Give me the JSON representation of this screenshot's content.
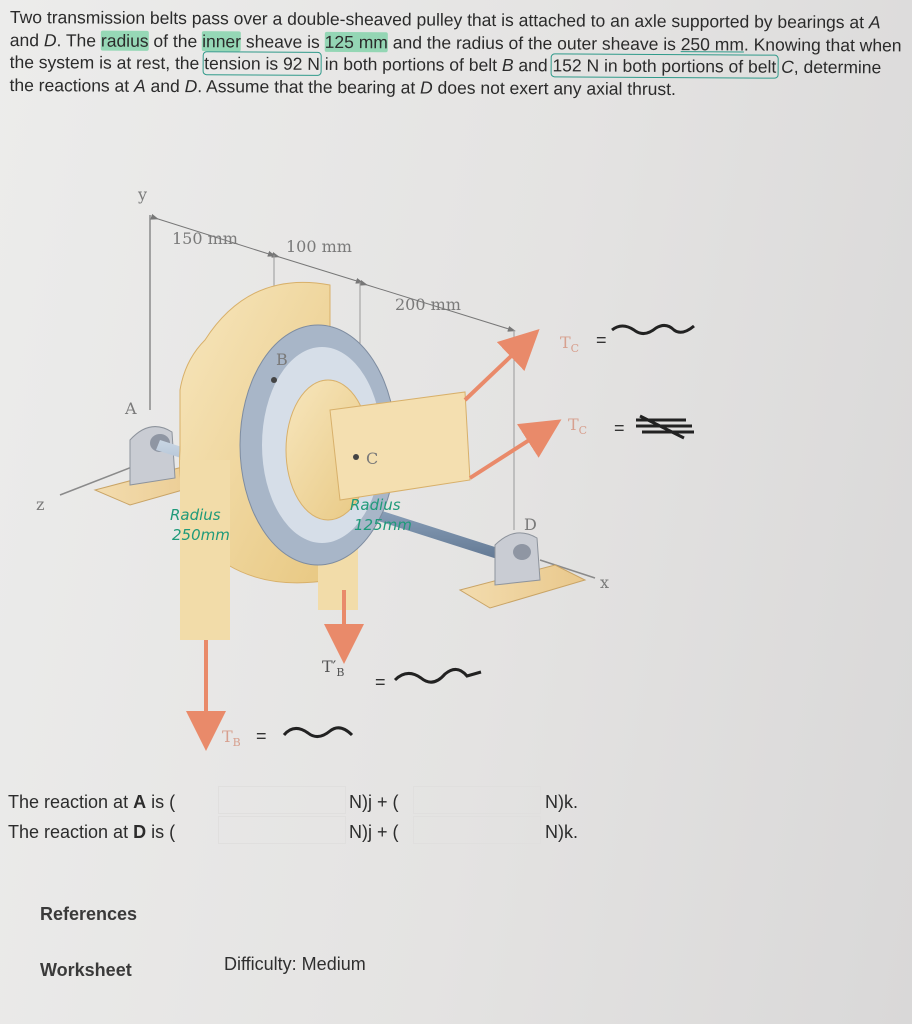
{
  "problem": {
    "seg1": "Two transmission belts pass over a double-sheaved pulley that is attached to an axle supported by bearings at ",
    "A": "A",
    "seg2": " and ",
    "D": "D",
    "seg3": ". The ",
    "radius_word": "radius",
    "seg4": " of the ",
    "inner_word": "inner",
    "seg5": " sheave is ",
    "inner_value": "125 mm",
    "seg6": " and the radius of the outer sheave is ",
    "outer_value": "250 mm",
    "seg7": ". Knowing that when the system is at rest, the ",
    "tension_phrase": "tension is 92 N",
    "seg8": " in both portions of belt ",
    "B": "B",
    "seg9": " and ",
    "c_tension": "152 N in both portions of belt",
    "C": "C",
    "seg10": ", determine the reactions at ",
    "A2": "A",
    "seg11": " and ",
    "D2": "D",
    "seg12": ". Assume that the bearing at ",
    "D3": "D",
    "seg13": " does not exert any axial thrust."
  },
  "figure": {
    "y_axis": "y",
    "x_axis": "x",
    "z_axis": "z",
    "dim_150": "150 mm",
    "dim_100": "100 mm",
    "dim_200": "200 mm",
    "label_A": "A",
    "label_B": "B",
    "label_C": "C",
    "label_D": "D",
    "tc_top": "T",
    "tc_top_sub": "C",
    "tc_right": "T",
    "tc_right_sub": "C",
    "tb_prime": "T′",
    "tb_prime_sub": "B",
    "tb": "T",
    "tb_sub": "B",
    "eq": "=",
    "hand_outer_1": "Radius",
    "hand_outer_2": "250mm",
    "hand_inner_1": "Radius",
    "hand_inner_2": "125mm"
  },
  "answers": {
    "row_a": {
      "prefix": "The reaction at ",
      "point": "A",
      "suffix": " is (",
      "mid": "N)j + (",
      "end": "N)k."
    },
    "row_d": {
      "prefix": "The reaction at ",
      "point": "D",
      "suffix": " is (",
      "mid": "N)j + (",
      "end": "N)k."
    }
  },
  "links": {
    "references": "References",
    "worksheet": "Worksheet"
  },
  "difficulty": "Difficulty: Medium",
  "colors": {
    "highlight": "#50c88c",
    "pulley": "#f1d79e",
    "arrow": "#e98a6a",
    "shaft": "#8ea4bd",
    "handwriting": "#1f9a7a"
  }
}
